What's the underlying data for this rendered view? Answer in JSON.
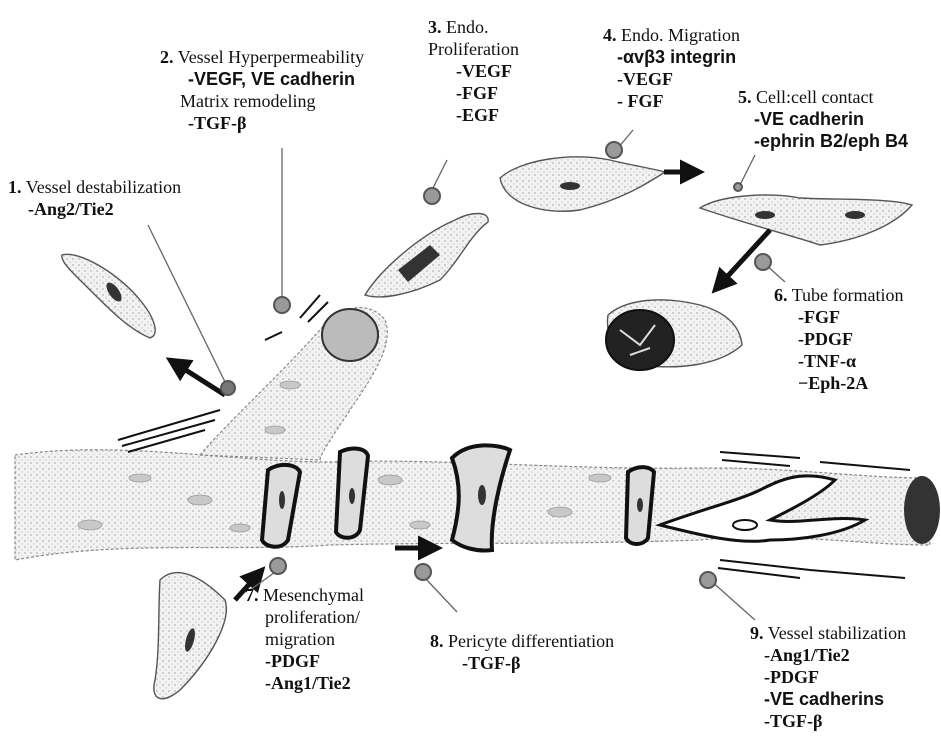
{
  "steps": [
    {
      "num": "1.",
      "title": "Vessel destabilization",
      "items": [
        "-Ang2/Tie2"
      ]
    },
    {
      "num": "2.",
      "title": "Vessel Hyperpermeability",
      "items": [
        "-VEGF, VE cadherin"
      ],
      "sub": "Matrix remodeling",
      "sub_items": [
        "-TGF-β"
      ]
    },
    {
      "num": "3.",
      "title": "Endo.",
      "title2": "Proliferation",
      "items": [
        "-VEGF",
        "-FGF",
        "-EGF"
      ]
    },
    {
      "num": "4.",
      "title": "Endo. Migration",
      "items": [
        "-αvβ3 integrin",
        "-VEGF",
        "- FGF"
      ]
    },
    {
      "num": "5.",
      "title": "Cell:cell contact",
      "items": [
        "-VE cadherin",
        "-ephrin B2/eph B4"
      ]
    },
    {
      "num": "6.",
      "title": "Tube formation",
      "items": [
        "-FGF",
        "-PDGF",
        "-TNF-α",
        "−Eph-2A"
      ]
    },
    {
      "num": "7.",
      "title": "Mesenchymal",
      "title2": "proliferation/",
      "title3": "migration",
      "items": [
        "-PDGF",
        "-Ang1/Tie2"
      ]
    },
    {
      "num": "8.",
      "title": "Pericyte differentiation",
      "items": [
        "-TGF-β"
      ]
    },
    {
      "num": "9.",
      "title": "Vessel stabilization",
      "items": [
        "-Ang1/Tie2",
        "-PDGF",
        "-VE cadherins",
        "-TGF-β"
      ]
    }
  ],
  "colors": {
    "ink": "#111111",
    "marker_fill": "#9a9a9a",
    "marker_ring": "#555555",
    "cell_fill": "#e4e4e4",
    "nucleus": "#3a3a3a"
  }
}
